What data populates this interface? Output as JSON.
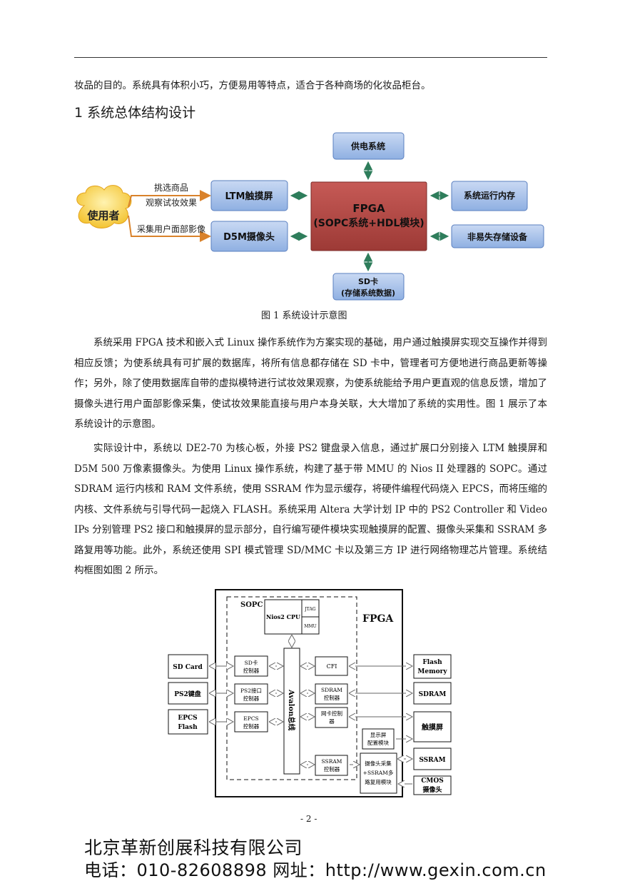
{
  "intro_line": "妆品的目的。系统具有体积小巧，方便易用等特点，适合于各种商场的化妆品柜台。",
  "section_title": "1  系统总体结构设计",
  "fig1": {
    "user": "使用者",
    "arrow_label_1": "挑选商品",
    "arrow_label_2": "观察试妆效果",
    "arrow_label_3": "采集用户面部影像",
    "ltm": "LTM触摸屏",
    "d5m": "D5M摄像头",
    "power": "供电系统",
    "fpga_line1": "FPGA",
    "fpga_line2": "(SOPC系统+HDL模块)",
    "sd_line1": "SD卡",
    "sd_line2": "(存储系统数据)",
    "mem": "系统运行内存",
    "nvm": "非易失存储设备",
    "caption": "图 1  系统设计示意图"
  },
  "para1": "系统采用 FPGA 技术和嵌入式 Linux 操作系统作为方案实现的基础，用户通过触摸屏实现交互操作并得到相应反馈；为使系统具有可扩展的数据库，将所有信息都存储在 SD 卡中，管理者可方便地进行商品更新等操作；另外，除了使用数据库自带的虚拟模特进行试妆效果观察，为使系统能给予用户更直观的信息反馈，增加了摄像头进行用户面部影像采集，使试妆效果能直接与用户本身关联，大大增加了系统的实用性。图 1 展示了本系统设计的示意图。",
  "para2": "实际设计中，系统以 DE2-70 为核心板，外接 PS2 键盘录入信息，通过扩展口分别接入 LTM 触摸屏和 D5M 500 万像素摄像头。为使用 Linux 操作系统，构建了基于带 MMU 的 Nios II 处理器的 SOPC。通过 SDRAM 运行内核和 RAM 文件系统，使用 SSRAM 作为显示缓存，将硬件编程代码烧入 EPCS，而将压缩的内核、文件系统与引导代码一起烧入 FLASH。系统采用 Altera 大学计划 IP 中的 PS2 Controller 和 Video IPs 分别管理 PS2 接口和触摸屏的显示部分，自行编写硬件模块实现触摸屏的配置、摄像头采集和 SSRAM 多路复用等功能。此外，系统还使用 SPI 模式管理 SD/MMC 卡以及第三方 IP 进行网络物理芯片管理。系统结构框图如图 2 所示。",
  "fig2": {
    "sopc": "SOPC",
    "fpga": "FPGA",
    "nios": "Nios2 CPU",
    "jtag": "JTAG",
    "mmu": "MMU",
    "bus": "Avalon总线",
    "sd_card": "SD Card",
    "ps2_kb": "PS2键盘",
    "epcs_flash_1": "EPCS",
    "epcs_flash_2": "Flash",
    "sd_ctrl_1": "SD卡",
    "sd_ctrl_2": "控制器",
    "ps2_ctrl_1": "PS2接口",
    "ps2_ctrl_2": "控制器",
    "epcs_ctrl_1": "EPCS",
    "epcs_ctrl_2": "控制器",
    "cfi": "CFI",
    "sdram_ctrl_1": "SDRAM",
    "sdram_ctrl_2": "控制器",
    "net_ctrl_1": "网卡控制",
    "net_ctrl_2": "器",
    "ssram_ctrl_1": "SSRAM",
    "ssram_ctrl_2": "控制器",
    "disp_cfg_1": "显示屏",
    "disp_cfg_2": "配置模块",
    "cam_mux_1": "摄像头采集",
    "cam_mux_2": "+SSRAM多",
    "cam_mux_3": "路复用模块",
    "flash_mem_1": "Flash",
    "flash_mem_2": "Memory",
    "sdram": "SDRAM",
    "touch": "触摸屏",
    "ssram": "SSRAM",
    "cmos_1": "CMOS",
    "cmos_2": "摄像头"
  },
  "page_number": "- 2 -",
  "footer_company": "北京革新创展科技有限公司",
  "footer_contact": "电话：010-82608898 网址：http://www.gexin.com.cn"
}
